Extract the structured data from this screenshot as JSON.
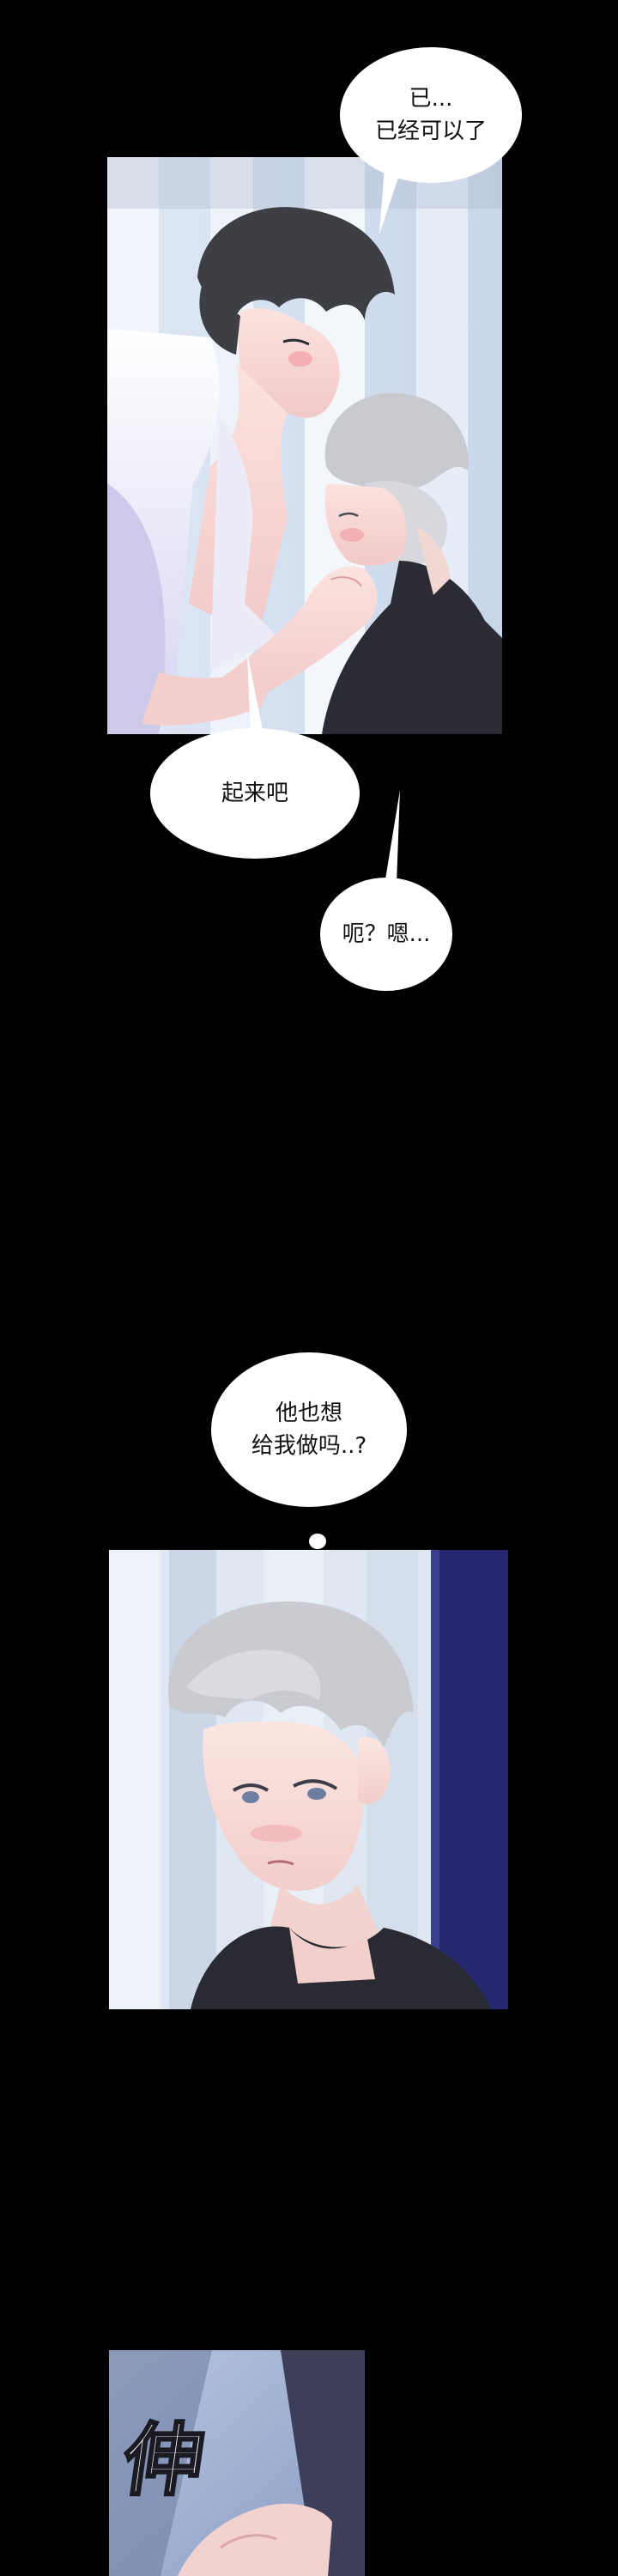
{
  "bubbles": {
    "b1": {
      "lines": [
        "已...",
        "已经可以了"
      ]
    },
    "b2": {
      "lines": [
        "起来吧"
      ]
    },
    "b3": {
      "lines": [
        "呃？嗯..."
      ]
    },
    "b4": {
      "lines": [
        "他也想",
        "给我做吗..?"
      ]
    }
  },
  "sfx": {
    "stretch": "伸"
  },
  "colors": {
    "background": "#000000",
    "bubble": "#ffffff",
    "panel_stripe_light": "#e6eef8",
    "panel_stripe_blue": "#b8c6dc",
    "navy_door": "#27296e"
  }
}
